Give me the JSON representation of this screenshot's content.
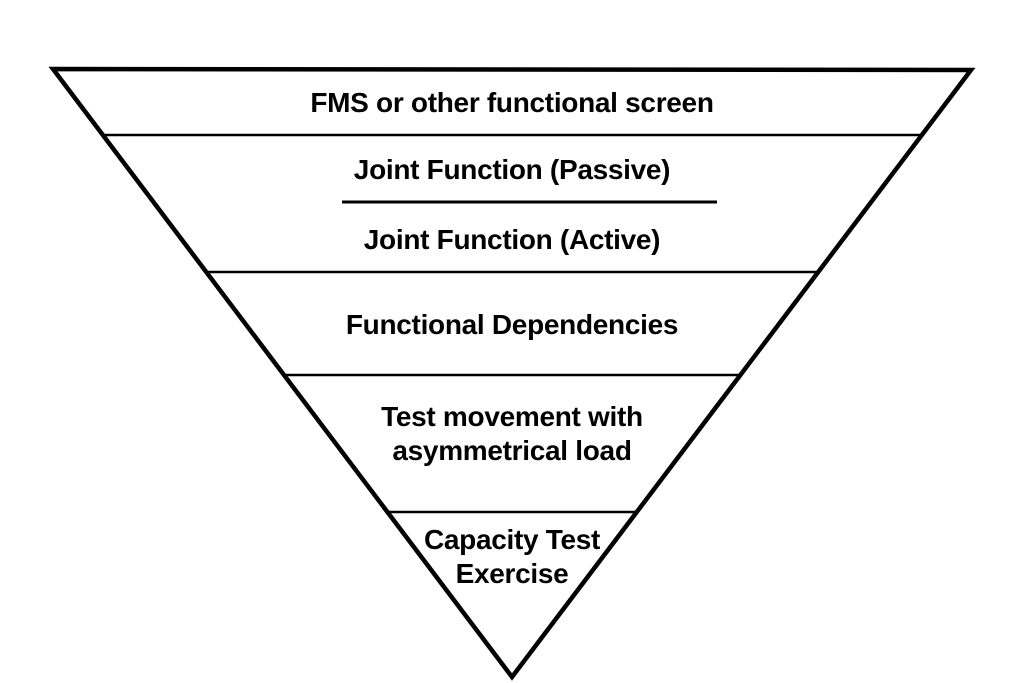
{
  "colors": {
    "line": "#000000",
    "text": "#000000",
    "background": "#ffffff"
  },
  "pyramid": {
    "type": "inverted-pyramid",
    "levels": [
      {
        "label": "FMS or other functional screen"
      },
      {
        "label": "Joint Function (Passive)"
      },
      {
        "label": "Joint Function (Active)"
      },
      {
        "label": "Functional Dependencies"
      },
      {
        "label": "Test movement with\nasymmetrical load"
      },
      {
        "label": "Capacity Test\nExercise"
      }
    ]
  }
}
